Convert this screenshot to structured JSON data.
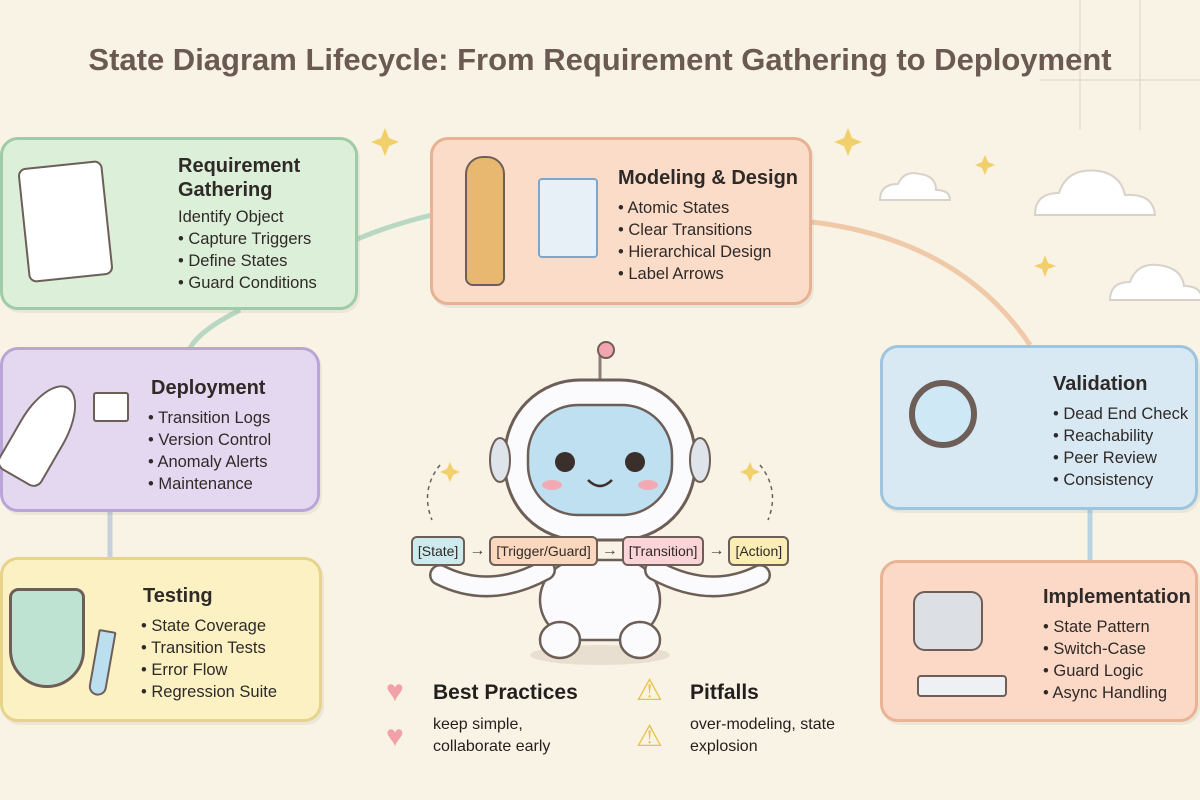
{
  "title": "State Diagram Lifecycle: From Requirement Gathering to Deployment",
  "stages": [
    {
      "title": "Requirement Gathering",
      "items": [
        "Identify Object",
        "Capture Triggers",
        "Define States",
        "Guard Conditions"
      ],
      "color": "#dcefd9"
    },
    {
      "title": "Modeling & Design",
      "items": [
        "Atomic States",
        "Clear Transitions",
        "Hierarchical Design",
        "Label Arrows"
      ],
      "color": "#fbdcc8"
    },
    {
      "title": "Validation",
      "items": [
        "Dead End Check",
        "Reachability",
        "Peer Review",
        "Consistency"
      ],
      "color": "#d8e9f4"
    },
    {
      "title": "Implementation",
      "items": [
        "State Pattern",
        "Switch-Case",
        "Guard Logic",
        "Async Handling"
      ],
      "color": "#fcd9c6"
    },
    {
      "title": "Testing",
      "items": [
        "State Coverage",
        "Transition Tests",
        "Error Flow",
        "Regression Suite"
      ],
      "color": "#fbf1c3"
    },
    {
      "title": "Deployment",
      "items": [
        "Transition Logs",
        "Version Control",
        "Anomaly Alerts",
        "Maintenance"
      ],
      "color": "#e4d8f1"
    }
  ],
  "flow": [
    "[State]",
    "[Trigger/Guard]",
    "[Transition]",
    "[Action]"
  ],
  "best_practices": {
    "title": "Best Practices",
    "text": "keep simple, collaborate early"
  },
  "pitfalls": {
    "title": "Pitfalls",
    "text": "over-modeling, state explosion"
  }
}
